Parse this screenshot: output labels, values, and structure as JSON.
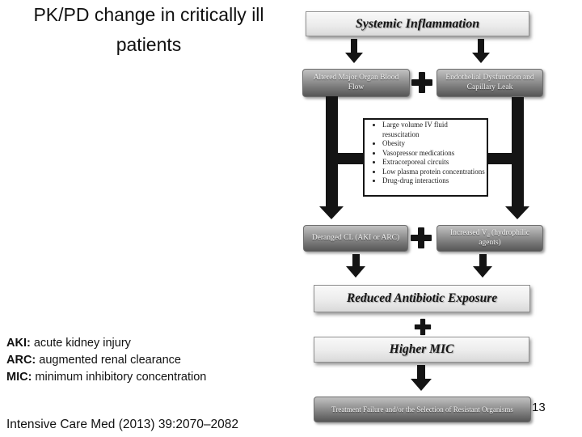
{
  "slide": {
    "title": "PK/PD change in critically ill patients",
    "abbreviations": [
      {
        "term": "AKI:",
        "definition": "acute kidney injury"
      },
      {
        "term": "ARC:",
        "definition": "augmented renal clearance"
      },
      {
        "term": "MIC:",
        "definition": "minimum inhibitory concentration"
      }
    ],
    "citation": "Intensive Care Med (2013) 39:2070–2082",
    "page_number": "13"
  },
  "diagram": {
    "nodes": {
      "systemic": "Systemic Inflammation",
      "altered": "Altered Major Organ Blood Flow",
      "endothelial": "Endothelial Dysfunction and Capillary Leak",
      "factors": [
        "Large volume IV fluid resuscitation",
        "Obesity",
        "Vasopressor medications",
        "Extracorporeal circuits",
        "Low plasma protein concentrations",
        "Drug-drug interactions"
      ],
      "deranged": "Deranged CL (AKI or ARC)",
      "increased_prefix": "Increased V",
      "increased_sub": "d",
      "increased_suffix": " (hydrophilic agents)",
      "reduced": "Reduced Antibiotic Exposure",
      "higher_mic": "Higher MIC",
      "treatment": "Treatment Failure and/or the Selection of Resistant Organisms"
    },
    "icons": {
      "plus": "✚",
      "down_arrow": "▼"
    },
    "colors": {
      "arrow_black": "#141414",
      "dark_box_top": "#c2c2c2",
      "dark_box_bottom": "#565656",
      "light_box_top": "#f9f9f9",
      "light_box_bottom": "#d9d9d9",
      "text_on_dark": "#f4f4f4",
      "background": "#ffffff"
    }
  }
}
